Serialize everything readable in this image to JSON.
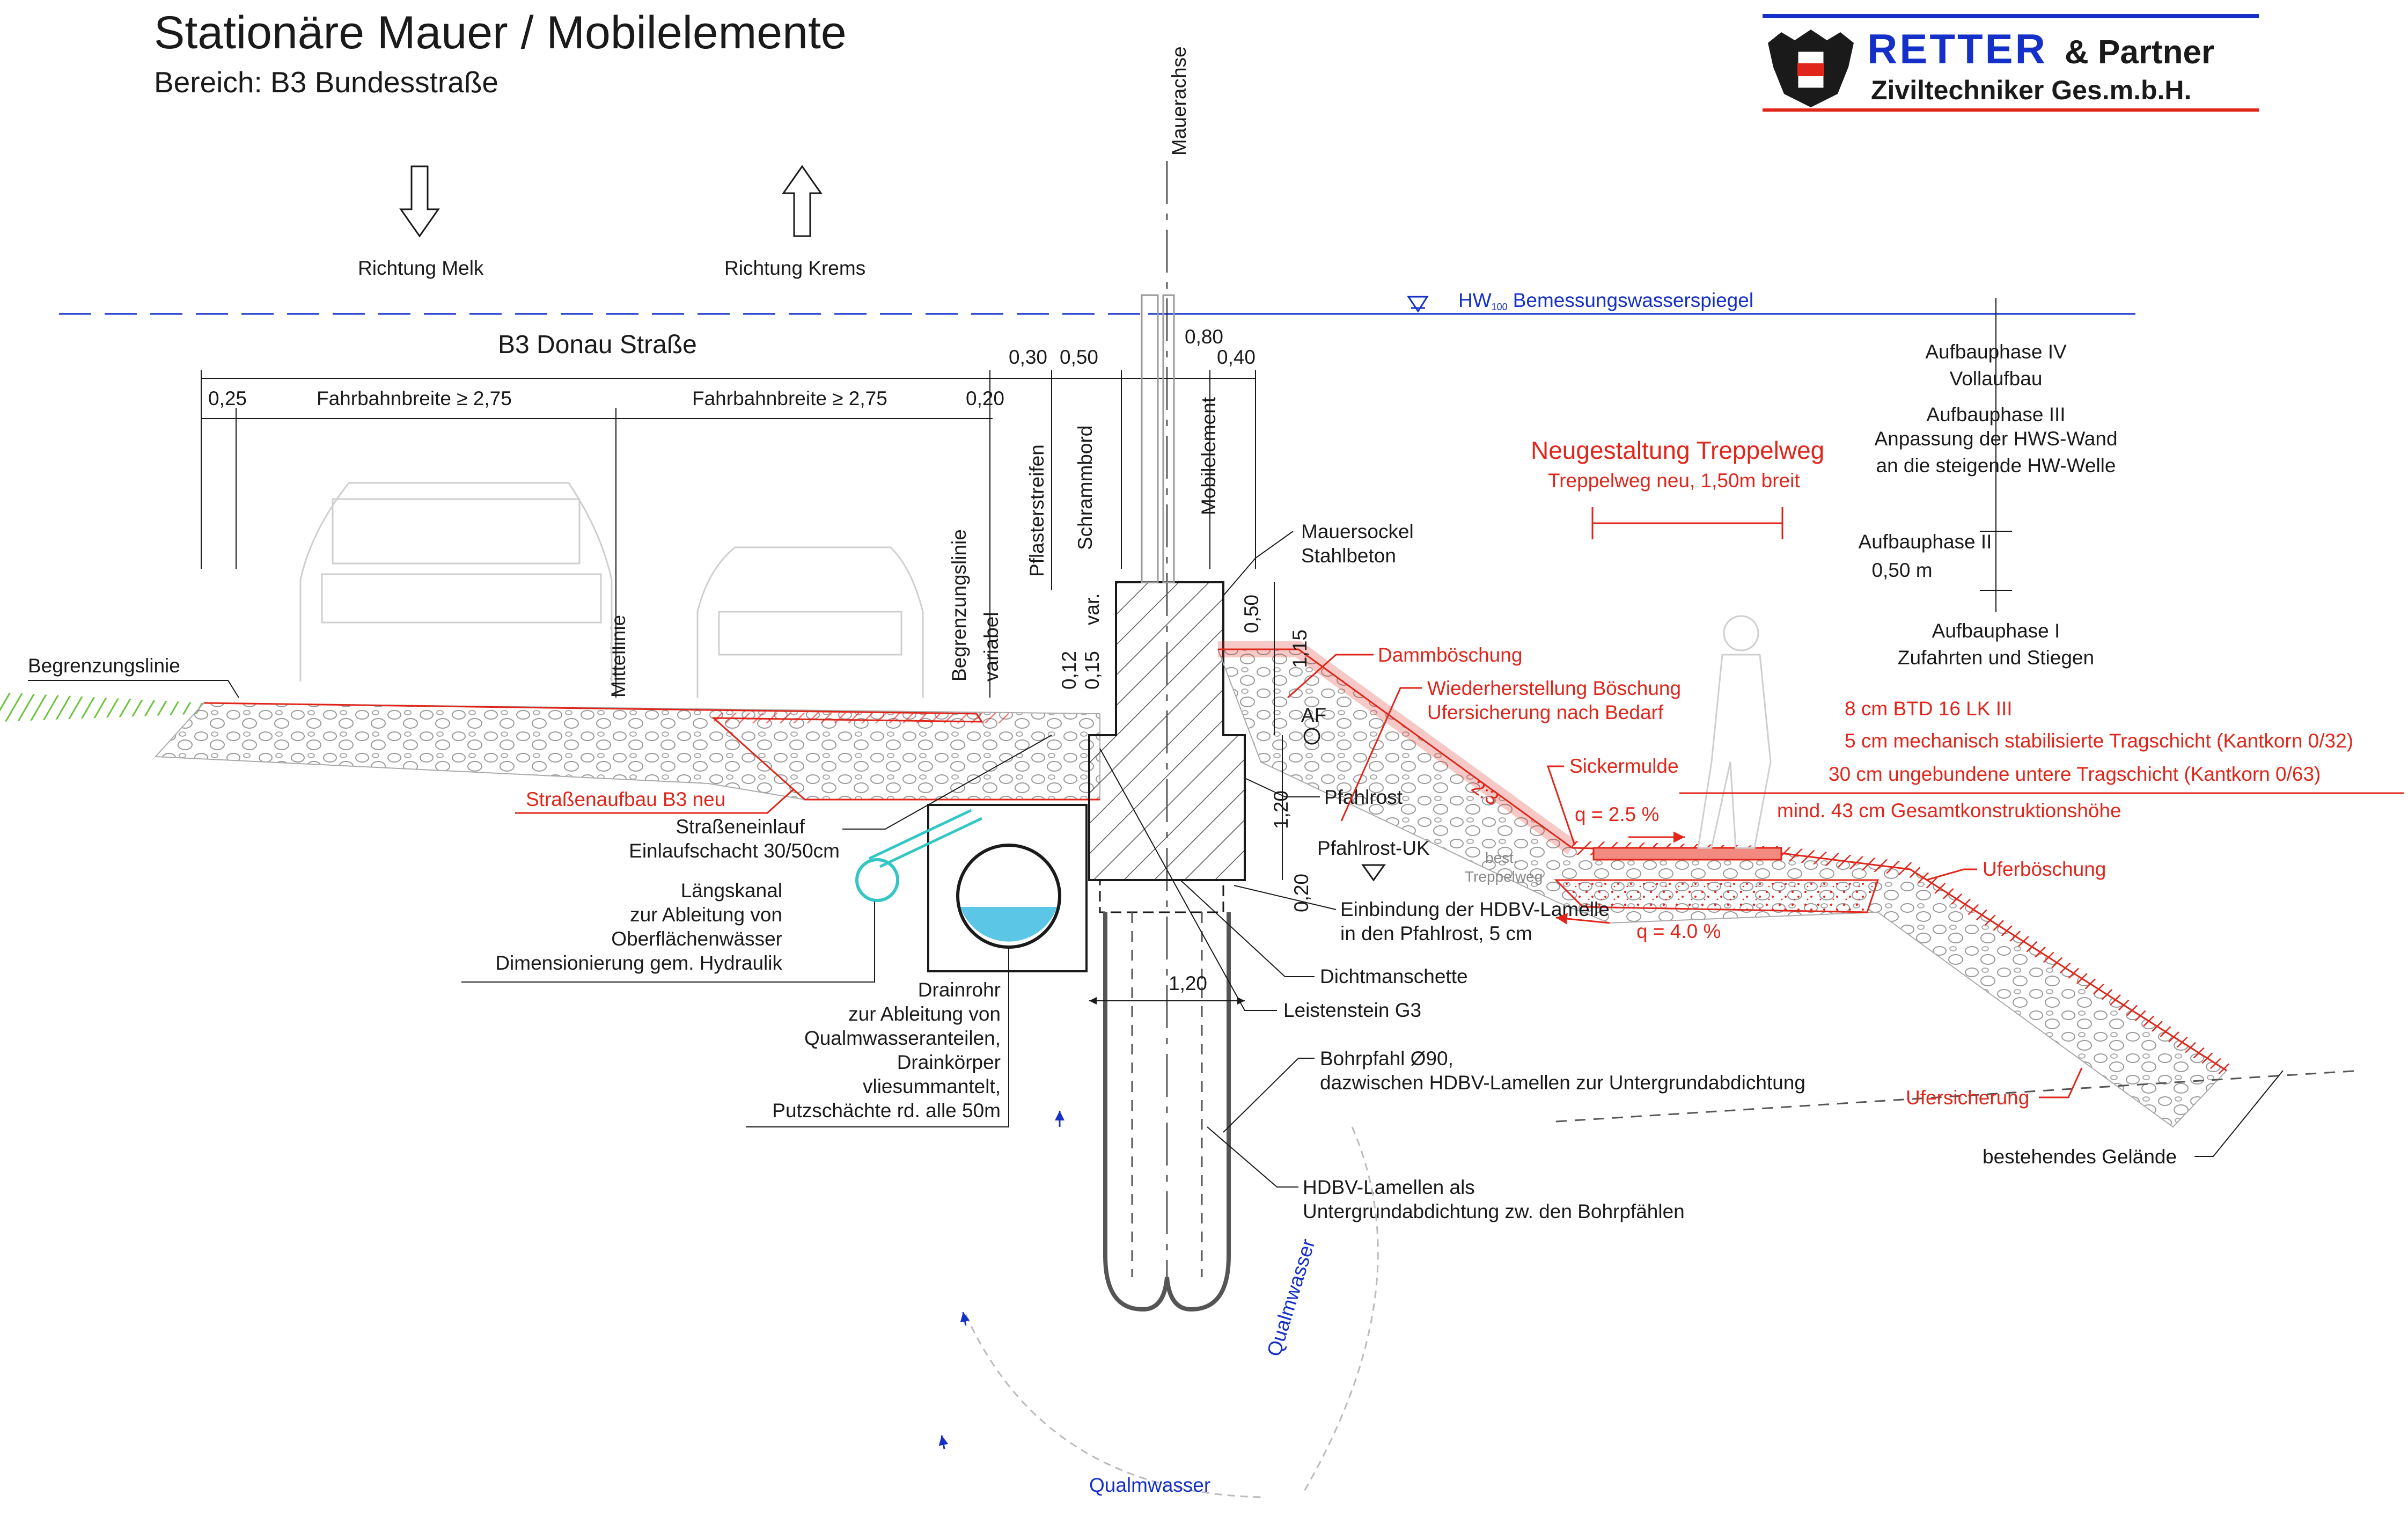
{
  "title": "Stationäre Mauer / Mobilelemente",
  "subtitle": "Bereich: B3 Bundesstraße",
  "logo": {
    "line1a": "RETTER",
    "line1b": "& Partner",
    "line2": "Ziviltechniker Ges.m.b.H.",
    "accent": "#1530c8",
    "red": "#e0261b"
  },
  "colors": {
    "red": "#e0261b",
    "blue": "#1530c8",
    "cyan": "#33c6c6",
    "grass": "#6cc43c"
  },
  "axis_label": "Mauerachse",
  "direction": {
    "left": "Richtung Melk",
    "right": "Richtung Krems"
  },
  "water": {
    "hw_prefix": "HW",
    "hw_sub": "100",
    "hw_rest": "Bemessungswasserspiegel",
    "qualm1": "Qualmwasser",
    "qualm2": "Qualmwasser"
  },
  "road": {
    "name": "B3 Donau Straße",
    "dims": [
      "0,25",
      "Fahrbahnbreite ≥ 2,75",
      "Fahrbahnbreite ≥ 2,75",
      "0,20",
      "0,30",
      "0,50",
      "0,80",
      "0,40"
    ],
    "vertical": [
      "Pflasterstreifen",
      "Schrammbord",
      "Mobilelement",
      "Begrenzungslinie",
      "variabel",
      "Mittellinie"
    ],
    "small_dims": [
      "0,12",
      "0,15",
      "var.",
      "0,50",
      "1,15",
      "1,20",
      "0,20",
      "1,20"
    ]
  },
  "labels": {
    "begrenzung": "Begrenzungslinie",
    "strassenaufbau": "Straßenaufbau B3 neu",
    "einlauf1": "Straßeneinlauf",
    "einlauf2": "Einlaufschacht 30/50cm",
    "laengs": [
      "Längskanal",
      "zur Ableitung von",
      "Oberflächenwässer",
      "Dimensionierung gem. Hydraulik"
    ],
    "drain": [
      "Drainrohr",
      "zur Ableitung von",
      "Qualmwasseranteilen,",
      "Drainkörper",
      "vliesummantelt,",
      "Putzschächte rd. alle 50m"
    ],
    "mauersockel1": "Mauersockel",
    "mauersockel2": "Stahlbeton",
    "af": "AF",
    "pfahlrost": "Pfahlrost",
    "pfahlrost_uk": "Pfahlrost-UK",
    "einbindung1": "Einbindung der HDBV-Lamelle",
    "einbindung2": "in den Pfahlrost, 5 cm",
    "dicht": "Dichtmanschette",
    "leisten": "Leistenstein G3",
    "bohr1": "Bohrpfahl Ø90,",
    "bohr2": "dazwischen HDBV-Lamellen zur Untergrundabdichtung",
    "hdbv1": "HDBV-Lamellen als",
    "hdbv2": "Untergrundabdichtung zw. den Bohrpfählen",
    "best1": "best.",
    "best2": "Treppelweg",
    "bestehend": "bestehendes Gelände"
  },
  "red_labels": {
    "damm": "Dammböschung",
    "wieder1": "Wiederherstellung Böschung",
    "wieder2": "Ufersicherung nach Bedarf",
    "slope": "2:3",
    "sicker": "Sickermulde",
    "q1": "q = 2.5 %",
    "q2": "q = 4.0 %",
    "ufer": "Uferböschung",
    "ufersich": "Ufersicherung",
    "treppel1": "Neugestaltung Treppelweg",
    "treppel2": "Treppelweg neu, 1,50m breit",
    "layers": [
      "8 cm BTD 16 LK III",
      "5 cm mechanisch stabilisierte Tragschicht (Kantkorn 0/32)",
      "30 cm ungebundene untere Tragschicht (Kantkorn 0/63)",
      "mind. 43 cm Gesamtkonstruktionshöhe"
    ]
  },
  "phases": [
    [
      "Aufbauphase IV",
      "Vollaufbau"
    ],
    [
      "Aufbauphase III",
      "Anpassung der HWS-Wand",
      "an die steigende HW-Welle"
    ],
    [
      "Aufbauphase II",
      "0,50 m"
    ],
    [
      "Aufbauphase I",
      "Zufahrten und Stiegen"
    ]
  ]
}
